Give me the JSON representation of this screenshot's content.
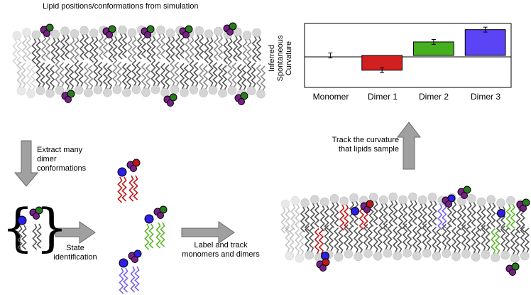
{
  "top_title": "Lipid positions/conformations from simulation",
  "step_extract": [
    "Extract many",
    "dimer",
    "conformations"
  ],
  "step_state": [
    "State",
    "identification"
  ],
  "step_label": [
    "Label and track",
    "monomers and dimers"
  ],
  "step_track": [
    "Track the curvature",
    "that lipids sample"
  ],
  "chart_data": {
    "type": "bar",
    "ylabel": [
      "Inferred",
      "Spontaneous",
      "Curvature"
    ],
    "categories": [
      "Monomer",
      "Dimer 1",
      "Dimer 2",
      "Dimer 3"
    ],
    "values": [
      0.0,
      -0.6,
      0.55,
      1.05
    ],
    "errors": [
      0.1,
      0.1,
      0.1,
      0.1
    ],
    "colors": [
      "#000000",
      "#d21f1f",
      "#45b01e",
      "#5a44f5"
    ],
    "ylim": [
      -1.3,
      1.3
    ],
    "grid": false,
    "legend": false
  },
  "colors": {
    "headgroup": "#d3d3d3",
    "tail": "#555555",
    "purple": "#7a1f8a",
    "green": "#2a7a1f",
    "blue": "#2e1fe6",
    "red": "#c01818",
    "lime": "#5cb82a",
    "violet": "#7a66f0",
    "arrow": "#9a9a9a"
  }
}
